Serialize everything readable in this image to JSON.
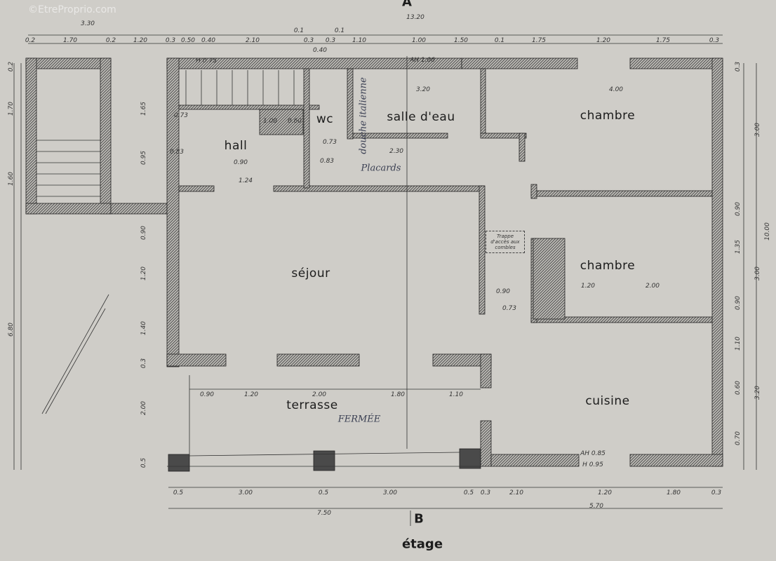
{
  "watermark": "©EtreProprio.com",
  "footer": {
    "section_marker": "B",
    "level_label": "étage",
    "north_marker": "A"
  },
  "rooms": {
    "hall": "hall",
    "wc": "wc",
    "shower": "douche italienne",
    "bathroom": "salle d'eau",
    "bedroom1": "chambre",
    "bedroom2": "chambre",
    "living": "séjour",
    "terrace": "terrasse",
    "terrace_note": "FERMÉE",
    "kitchen": "cuisine",
    "closets": "Placards",
    "attic_hatch": "Trappe d'accès aux combles"
  },
  "dimensions": {
    "top_overall": [
      "3.30",
      "13.20"
    ],
    "top_row": [
      "0.2",
      "1.70",
      "0.2",
      "1.20",
      "0.3",
      "0.50",
      "0.40",
      "2.10",
      "0.1",
      "0.3",
      "0.40",
      "0.3",
      "0.1",
      "1.10",
      "1.00",
      "1.50",
      "0.1",
      "1.75",
      "1.20",
      "1.75",
      "0.3"
    ],
    "terrace_row": [
      "0.90",
      "1.20",
      "2.00",
      "1.80",
      "1.10"
    ],
    "bottom_row": [
      "0.5",
      "3.00",
      "0.5",
      "3.00",
      "0.5",
      "0.3",
      "2.10",
      "1.20",
      "1.80",
      "0.3"
    ],
    "bottom_overall": [
      "7.50",
      "5.70"
    ],
    "left_outer": [
      "0.2",
      "1.70",
      "1.60",
      "6.80"
    ],
    "left_inner": [
      "1.65",
      "0.95",
      "0.90",
      "1.20",
      "1.40",
      "0.3",
      "2.00",
      "0.5"
    ],
    "right_inner": [
      "0.3",
      "0.90",
      "1.35",
      "0.90",
      "1.10",
      "0.60",
      "0.70"
    ],
    "right_outer": [
      "3.00",
      "3.00",
      "3.20",
      "10.00"
    ],
    "interior": [
      "0.73",
      "0.83",
      "0.90",
      "1.24",
      "0.73",
      "0.83",
      "2.30",
      "3.20",
      "4.00",
      "1.20",
      "2.00",
      "0.73",
      "0.90",
      "1.00",
      "0.60"
    ],
    "windows": [
      "H 0.95",
      "AH 0.85",
      "H 0.75",
      "AH 1.06"
    ]
  },
  "colors": {
    "paper": "#cfcdc8",
    "ink": "#1c1c1c",
    "wall_hatch": "#555555",
    "pillar": "#4a4a4a"
  }
}
